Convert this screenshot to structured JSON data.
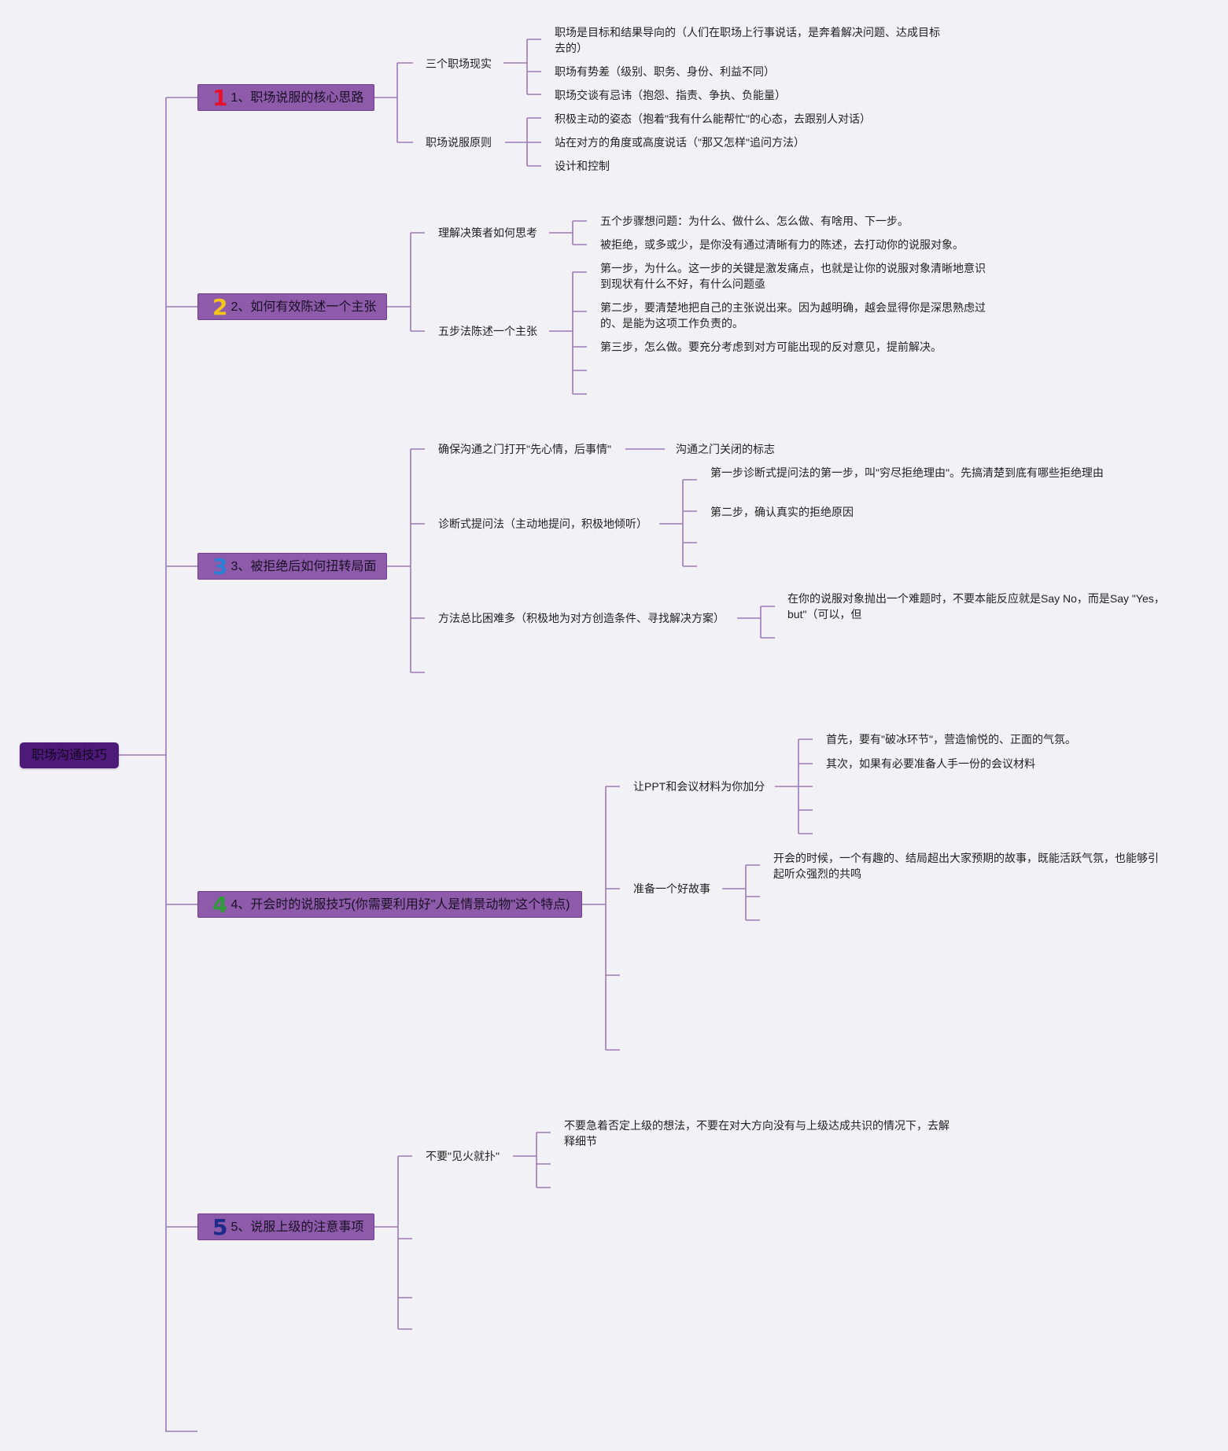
{
  "root": "职场沟通技巧",
  "branches": [
    {
      "number": "1",
      "label": "1、职场说服的核心思路",
      "children": [
        {
          "label": "三个职场现实",
          "children": [
            "职场是目标和结果导向的（人们在职场上行事说话，是奔着解决问题、达成目标去的）",
            "职场有势差（级别、职务、身份、利益不同）",
            "职场交谈有忌讳（抱怨、指责、争执、负能量）"
          ]
        },
        {
          "label": "职场说服原则",
          "children": [
            "积极主动的姿态（抱着\"我有什么能帮忙\"的心态，去跟别人对话）",
            "站在对方的角度或高度说话（\"那又怎样\"追问方法）",
            "设计和控制"
          ]
        }
      ]
    },
    {
      "number": "2",
      "label": "2、如何有效陈述一个主张",
      "children": [
        {
          "label": "理解决策者如何思考",
          "children": [
            "五个步骤想问题：为什么、做什么、怎么做、有啥用、下一步。",
            "被拒绝，或多或少，是你没有通过清晰有力的陈述，去打动你的说服对象。"
          ]
        },
        {
          "label": "五步法陈述一个主张",
          "children": [
            "第一步，为什么。这一步的关键是激发痛点，也就是让你的说服对象清晰地意识到现状有什么不好，有什么问题亟",
            "第二步，要清楚地把自己的主张说出来。因为越明确，越会显得你是深思熟虑过的、是能为这项工作负责的。",
            "第三步，怎么做。要充分考虑到对方可能出现的反对意见，提前解决。"
          ]
        }
      ]
    },
    {
      "number": "3",
      "label": "3、被拒绝后如何扭转局面",
      "children": [
        {
          "label": "确保沟通之门打开\"先心情，后事情\"",
          "children": [
            "沟通之门关闭的标志"
          ]
        },
        {
          "label": "诊断式提问法（主动地提问，积极地倾听）",
          "children": [
            "第一步诊断式提问法的第一步，叫\"穷尽拒绝理由\"。先搞清楚到底有哪些拒绝理由",
            "第二步，确认真实的拒绝原因"
          ]
        },
        {
          "label": "方法总比困难多（积极地为对方创造条件、寻找解决方案）",
          "children": [
            "在你的说服对象抛出一个难题时，不要本能反应就是Say No，而是Say \"Yes，but\"（可以，但"
          ]
        }
      ]
    },
    {
      "number": "4",
      "label": "4、开会时的说服技巧(你需要利用好\"人是情景动物\"这个特点)",
      "children": [
        {
          "label": "让PPT和会议材料为你加分",
          "children": [
            "首先，要有\"破冰环节\"，营造愉悦的、正面的气氛。",
            "其次，如果有必要准备人手一份的会议材料"
          ]
        },
        {
          "label": "准备一个好故事",
          "children": [
            "开会的时候，一个有趣的、结局超出大家预期的故事，既能活跃气氛，也能够引起听众强烈的共鸣"
          ]
        }
      ]
    },
    {
      "number": "5",
      "label": "5、说服上级的注意事项",
      "children": [
        {
          "label": "不要\"见火就扑\"",
          "children": [
            "不要急着否定上级的想法，不要在对大方向没有与上级达成共识的情况下，去解释细节"
          ]
        }
      ]
    }
  ],
  "colors": {
    "root_bg": "#4e1a7a",
    "branch_bg": "#8e5bab",
    "connector": "#9b7bb8",
    "background": "#f2f1f6",
    "num1": "#e8112d",
    "num2": "#f5c518",
    "num3": "#2a7fd4",
    "num4": "#2e9a3a",
    "num5": "#1c2a8a"
  }
}
